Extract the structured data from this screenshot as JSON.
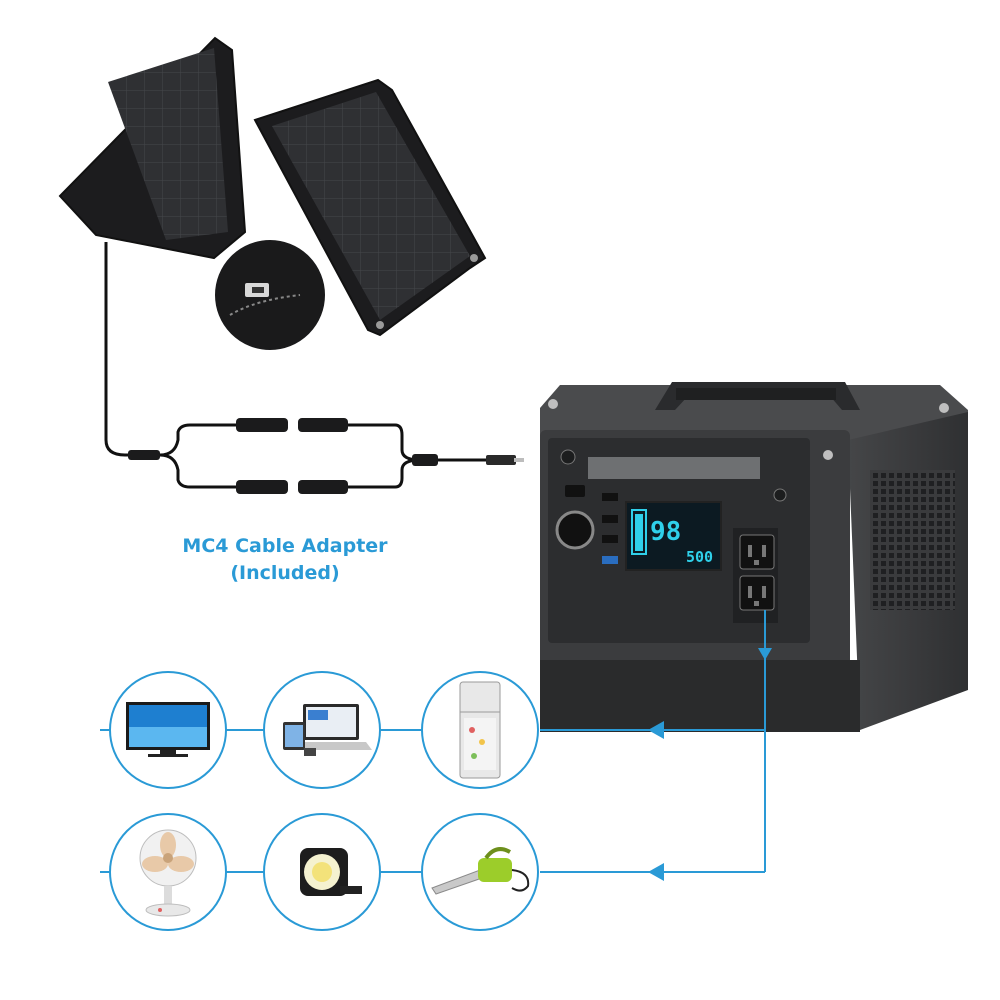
{
  "caption": {
    "line1": "MC4 Cable Adapter",
    "line2": "(Included)"
  },
  "screen": {
    "battery_percent": "98",
    "wattage": "500"
  },
  "colors": {
    "accent_blue": "#2a9ad6",
    "panel_dark": "#2b2b2b",
    "unit_body": "#3e3f41",
    "screen_cyan": "#2fd0ea"
  },
  "appliances": [
    {
      "icon": "tv-icon"
    },
    {
      "icon": "laptop-icon"
    },
    {
      "icon": "refrigerator-icon"
    },
    {
      "icon": "fan-icon"
    },
    {
      "icon": "floodlight-icon"
    },
    {
      "icon": "chainsaw-icon"
    }
  ]
}
